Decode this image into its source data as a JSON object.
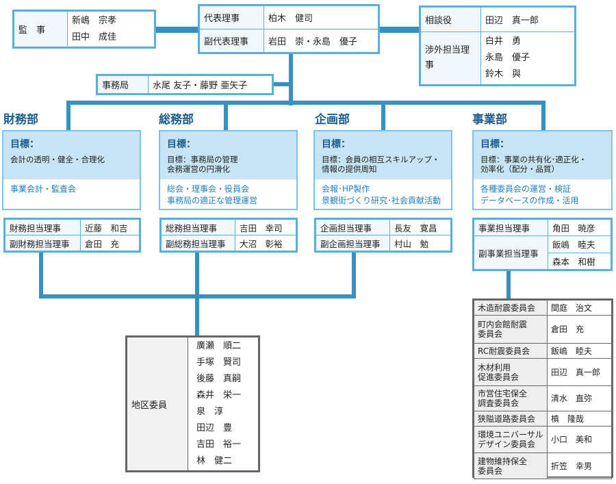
{
  "auditor": {
    "label": "監　事",
    "names": [
      "新嶋　宗孝",
      "田中　成佳"
    ]
  },
  "executives": [
    {
      "role": "代表理事",
      "name": "柏木　健司"
    },
    {
      "role": "副代表理事",
      "name": "岩田　崇・永島　優子"
    }
  ],
  "advisors": {
    "consultant": {
      "role": "相談役",
      "name": "田辺　真一郎"
    },
    "external": {
      "role": "渉外担当理事",
      "names": [
        "白井　勇",
        "永島　優子",
        "鈴木　與"
      ]
    }
  },
  "secretariat": {
    "label": "事務局",
    "names": "水尾 友子・藤野 亜矢子"
  },
  "departments": [
    {
      "name": "財務部",
      "goal_heading": "目標：",
      "goal": "会計の透明・健全・合理化",
      "activities": [
        "事業会計・監査会"
      ],
      "officers": [
        {
          "role": "財務担当理事",
          "name": "近藤　和吉"
        },
        {
          "role": "副財務担当理事",
          "name": "倉田　充"
        }
      ]
    },
    {
      "name": "総務部",
      "goal_heading": "目標：",
      "goal": "目標：事務局の管理\n会務運営の円滑化",
      "activities": [
        "総会・理事会・役員会",
        "事務局の適正な管理運営"
      ],
      "officers": [
        {
          "role": "総務担当理事",
          "name": "吉田　幸司"
        },
        {
          "role": "副総務担当理事",
          "name": "大沼　彰裕"
        }
      ]
    },
    {
      "name": "企画部",
      "goal_heading": "目標：",
      "goal": "目標：会員の相互スキルアップ・\n情報の提供周知",
      "activities": [
        "会報･HP製作",
        "景観街づくり研究･社会貢献活動"
      ],
      "officers": [
        {
          "role": "企画担当理事",
          "name": "長友　寛昌"
        },
        {
          "role": "副企画担当理事",
          "name": "村山　勉"
        }
      ]
    },
    {
      "name": "事業部",
      "goal_heading": "目標：",
      "goal": "目標：事業の共有化･適正化・\n効率化（配分・品質）",
      "activities": [
        "各種委員会の運営・検証",
        "データベースの作成・活用"
      ],
      "officers": [
        {
          "role": "事業担当理事",
          "name": "角田　暁彦"
        },
        {
          "role": "副事業担当理事",
          "names": [
            "飯嶋　睦夫",
            "森本　和樹"
          ]
        }
      ]
    }
  ],
  "district": {
    "label": "地区委員",
    "names": [
      "廣瀬　順二",
      "手塚　賢司",
      "後藤　真嗣",
      "森井　栄一",
      "泉　淳",
      "田辺　豊",
      "吉田　裕一",
      "林　健二"
    ]
  },
  "committees": [
    {
      "name": "木造耐震委員会",
      "chair": "間庭　治文"
    },
    {
      "name": "町内会館耐震\n委員会",
      "chair": "倉田　充"
    },
    {
      "name": "RC耐震委員会",
      "chair": "飯嶋　睦夫"
    },
    {
      "name": "木材利用\n促進委員会",
      "chair": "田辺　真一郎"
    },
    {
      "name": "市営住宅保全\n調査委員会",
      "chair": "清水　直弥"
    },
    {
      "name": "狭隘道路委員会",
      "chair": "槙　隆哉"
    },
    {
      "name": "環境ユニバーサル\nデザイン委員会",
      "chair": "小口　美和"
    },
    {
      "name": "建物維持保全\n委員会",
      "chair": "折笠　幸男"
    }
  ]
}
